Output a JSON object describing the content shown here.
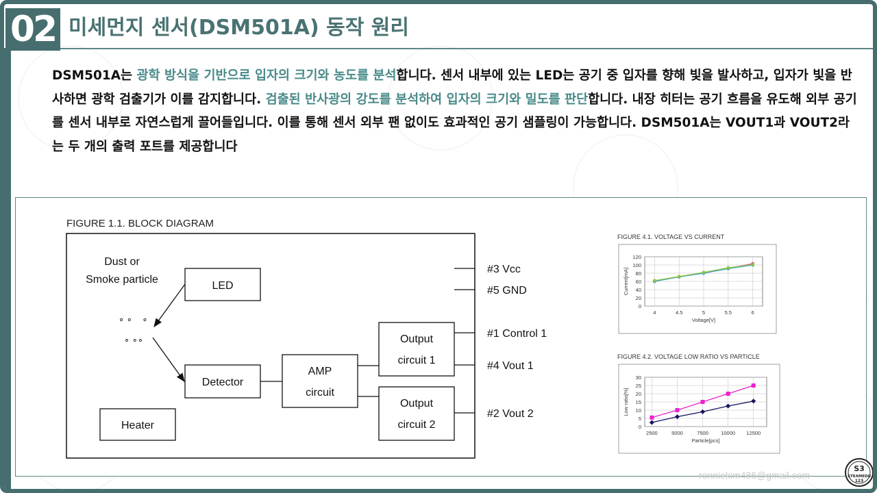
{
  "header": {
    "section_number": "02",
    "title": "미세먼지 센서(DSM501A) 동작 원리"
  },
  "paragraph": {
    "s1": "DSM501A는 ",
    "s2": "광학 방식을 기반으로 입자의 크기와 농도를 분석",
    "s3": "합니다. 센서 내부에 있는 LED는 공기 중 입자를 향해 빛을 발사하고, 입자가 빛을 반사하면 광학 검출기가 이를 감지합니다. ",
    "s4": "검출된 반사광의 강도를 분석하여 입자의 크기와 밀도를 판단",
    "s5": "합니다. 내장 히터는 공기 흐름을 유도해 외부 공기를 센서 내부로 자연스럽게 끌어들입니다. 이를 통해 센서 외부 팬 없이도 효과적인 공기 샘플링이 가능합니다. DSM501A는 VOUT1과 VOUT2라는 두 개의 출력 포트를 제공합니다"
  },
  "block_diagram": {
    "title": "FIGURE 1.1. BLOCK DIAGRAM",
    "particle_label_1": "Dust or",
    "particle_label_2": "Smoke particle",
    "particle_dots_1": "∘ ∘    ∘",
    "particle_dots_2": "∘ ∘∘",
    "led": "LED",
    "detector": "Detector",
    "amp_1": "AMP",
    "amp_2": "circuit",
    "out1_1": "Output",
    "out1_2": "circuit 1",
    "out2_1": "Output",
    "out2_2": "circuit 2",
    "heater": "Heater",
    "pins": {
      "vcc": "#3 Vcc",
      "gnd": "#5 GND",
      "control": "#1 Control 1",
      "vout1": "#4 Vout 1",
      "vout2": "#2 Vout 2"
    }
  },
  "chart_data": [
    {
      "type": "line",
      "title": "FIGURE 4.1. VOLTAGE VS CURRENT",
      "xlabel": "Voltage[V]",
      "ylabel": "Current[mA]",
      "x": [
        4,
        4.5,
        5,
        5.5,
        6
      ],
      "xticks": [
        "4",
        "4.5",
        "5",
        "5.5",
        "6"
      ],
      "yticks": [
        "0",
        "20",
        "40",
        "60",
        "80",
        "100",
        "120"
      ],
      "xlim": [
        3.8,
        6.2
      ],
      "ylim": [
        0,
        120
      ],
      "grid": true,
      "series": [
        {
          "values": [
            61,
            71,
            81,
            92,
            103
          ],
          "color": "#e040a0"
        },
        {
          "values": [
            60,
            71,
            80,
            91,
            100
          ],
          "color": "#3a9ad0"
        },
        {
          "values": [
            62,
            72,
            82,
            93,
            101
          ],
          "color": "#8ac840"
        }
      ]
    },
    {
      "type": "line",
      "title": "FIGURE 4.2. VOLTAGE LOW RATIO VS PARTICLE",
      "xlabel": "Particle[pcs]",
      "ylabel": "Low ratio[%]",
      "x": [
        2500,
        5000,
        7500,
        10000,
        12500
      ],
      "xticks": [
        "2500",
        "5000",
        "7500",
        "10000",
        "12500"
      ],
      "yticks": [
        "0",
        "5",
        "10",
        "15",
        "20",
        "25",
        "30"
      ],
      "xlim": [
        1800,
        13800
      ],
      "ylim": [
        0,
        30
      ],
      "grid": true,
      "series": [
        {
          "values": [
            5.5,
            10,
            15,
            20,
            25
          ],
          "color": "#ee22cc",
          "marker": "square"
        },
        {
          "values": [
            2.5,
            6,
            9,
            12.5,
            15.5
          ],
          "color": "#141460",
          "marker": "diamond"
        }
      ]
    }
  ],
  "footer": {
    "email": "ronniekim486@gmail.com",
    "logo_text_1": "S3",
    "logo_text_2": "STEAMEDU",
    "logo_text_3": "123"
  },
  "colors": {
    "accent": "#466e6e",
    "highlight": "#4a8a8a"
  }
}
